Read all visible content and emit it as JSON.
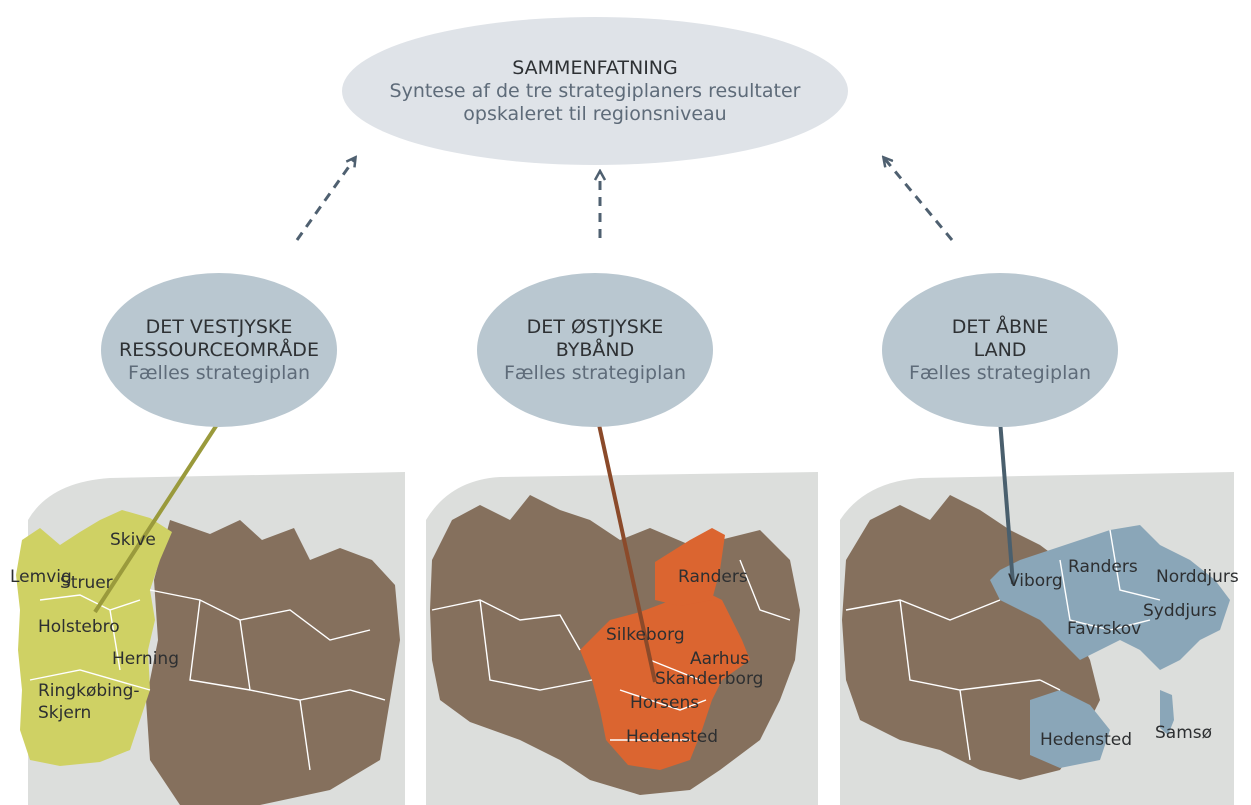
{
  "summary": {
    "title": "SAMMENFATNING",
    "subtitle_line1": "Syntese af de tre strategiplaners resultater",
    "subtitle_line2": "opskaleret til regionsniveau"
  },
  "plans": [
    {
      "title_line1": "DET VESTJYSKE",
      "title_line2": "RESSOURCEOMRÅDE",
      "subtitle": "Fælles strategiplan",
      "accent_color": "#cfd164",
      "connector_color": "#9a9a3c",
      "municipalities": [
        "Skive",
        "Lemvig",
        "Struer",
        "Holstebro",
        "Herning",
        "Ringkøbing-",
        "Skjern"
      ]
    },
    {
      "title_line1": "DET ØSTJYSKE",
      "title_line2": "BYBÅND",
      "subtitle": "Fælles strategiplan",
      "accent_color": "#db6530",
      "connector_color": "#8b4a2a",
      "municipalities": [
        "Randers",
        "Silkeborg",
        "Aarhus",
        "Skanderborg",
        "Horsens",
        "Hedensted"
      ]
    },
    {
      "title_line1": "DET ÅBNE",
      "title_line2": "LAND",
      "subtitle": "Fælles strategiplan",
      "accent_color": "#8aa6b8",
      "connector_color": "#4a5f6d",
      "municipalities": [
        "Viborg",
        "Randers",
        "Norddjurs",
        "Syddjurs",
        "Favrskov",
        "Hedensted",
        "Samsø"
      ]
    }
  ],
  "colors": {
    "land": "#85705d",
    "sea_background": "#dcdedc",
    "arrow": "#4f6070"
  }
}
